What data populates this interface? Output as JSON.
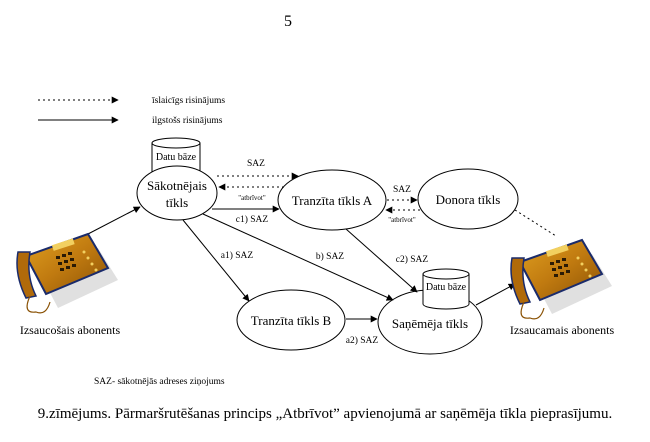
{
  "page_number": "5",
  "legend": {
    "dotted_label": "īslaicīgs risinājums",
    "solid_label": "ilgstošs risinājums"
  },
  "nodes": {
    "originating": {
      "line1": "Sākotnējais",
      "line2": "tīkls",
      "db_label": "Datu bāze"
    },
    "transit_a": {
      "label": "Tranzīta tīkls A"
    },
    "donor": {
      "label": "Donora tīkls"
    },
    "transit_b": {
      "label": "Tranzīta tīkls B"
    },
    "receiving": {
      "label": "Saņēmēja tīkls",
      "db_label": "Datu bāze"
    }
  },
  "subscribers": {
    "caller": "Izsaucošais abonents",
    "callee": "Izsaucamais abonents"
  },
  "edge_labels": {
    "orig_to_a": "SAZ",
    "a_to_orig": "\"atbrīvot\"",
    "orig_to_a_c1": "c1) SAZ",
    "a_to_donor": "SAZ",
    "donor_to_a": "\"atbrīvot\"",
    "orig_to_b_a1": "a1) SAZ",
    "orig_to_recv_b": "b) SAZ",
    "a_to_recv_c2": "c2) SAZ",
    "b_to_recv_a2": "a2) SAZ"
  },
  "footnote": "SAZ- sākotnējās adreses ziņojums",
  "caption": "9.zīmējums. Pārmaršrutēšanas princips „Atbrīvot” apvienojumā ar saņēmēja tīkla pieprasījumu."
}
